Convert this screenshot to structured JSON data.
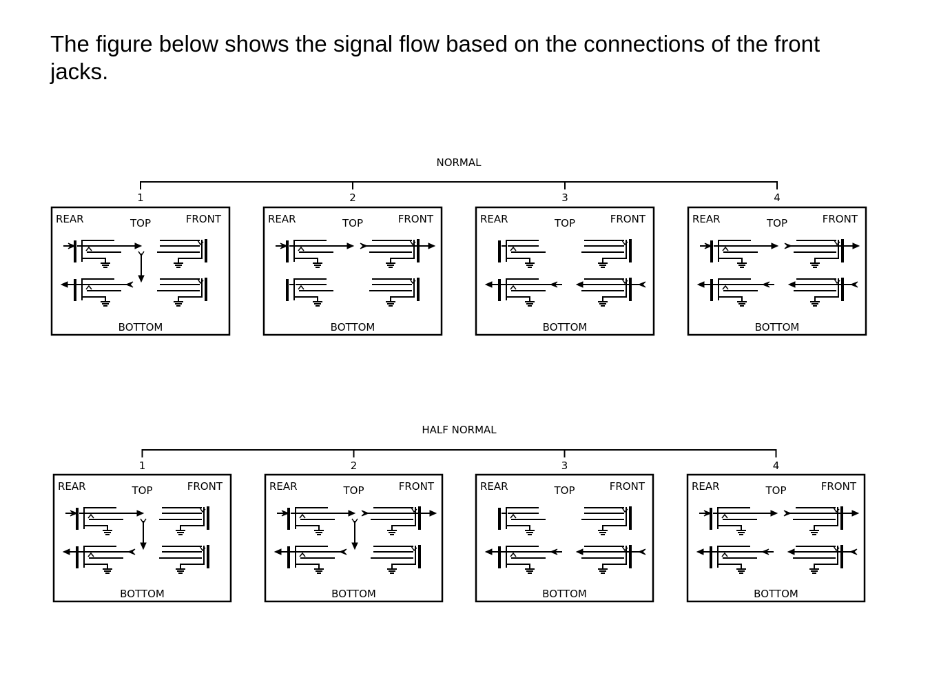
{
  "intro_text": "The figure below shows the signal flow based on the connections of the front jacks.",
  "labels": {
    "rear": "REAR",
    "top": "TOP",
    "front": "FRONT",
    "bottom": "BOTTOM"
  },
  "sections": [
    {
      "title": "NORMAL",
      "panels": [
        {
          "number": "1",
          "rear_top_in": true,
          "rear_top_thru": false,
          "rear_bottom_out": true,
          "rear_bottom_thru": false,
          "front_top_thru": false,
          "front_bottom_thru": false,
          "normal_link": true
        },
        {
          "number": "2",
          "rear_top_in": true,
          "rear_top_thru": true,
          "rear_bottom_out": false,
          "rear_bottom_thru": false,
          "front_top_thru": true,
          "front_bottom_thru": false,
          "normal_link": false
        },
        {
          "number": "3",
          "rear_top_in": false,
          "rear_top_thru": false,
          "rear_bottom_out": true,
          "rear_bottom_thru": true,
          "front_top_thru": false,
          "front_bottom_thru": true,
          "normal_link": false
        },
        {
          "number": "4",
          "rear_top_in": true,
          "rear_top_thru": true,
          "rear_bottom_out": true,
          "rear_bottom_thru": true,
          "front_top_thru": true,
          "front_bottom_thru": true,
          "normal_link": false
        }
      ]
    },
    {
      "title": "HALF NORMAL",
      "panels": [
        {
          "number": "1",
          "rear_top_in": true,
          "rear_top_thru": false,
          "rear_bottom_out": true,
          "rear_bottom_thru": false,
          "front_top_thru": false,
          "front_bottom_thru": false,
          "normal_link": true
        },
        {
          "number": "2",
          "rear_top_in": true,
          "rear_top_thru": true,
          "rear_bottom_out": true,
          "rear_bottom_thru": false,
          "front_top_thru": true,
          "front_bottom_thru": false,
          "normal_link": true
        },
        {
          "number": "3",
          "rear_top_in": false,
          "rear_top_thru": false,
          "rear_bottom_out": true,
          "rear_bottom_thru": true,
          "front_top_thru": false,
          "front_bottom_thru": true,
          "normal_link": false
        },
        {
          "number": "4",
          "rear_top_in": true,
          "rear_top_thru": true,
          "rear_bottom_out": true,
          "rear_bottom_thru": true,
          "front_top_thru": true,
          "front_bottom_thru": true,
          "normal_link": false
        }
      ]
    }
  ]
}
